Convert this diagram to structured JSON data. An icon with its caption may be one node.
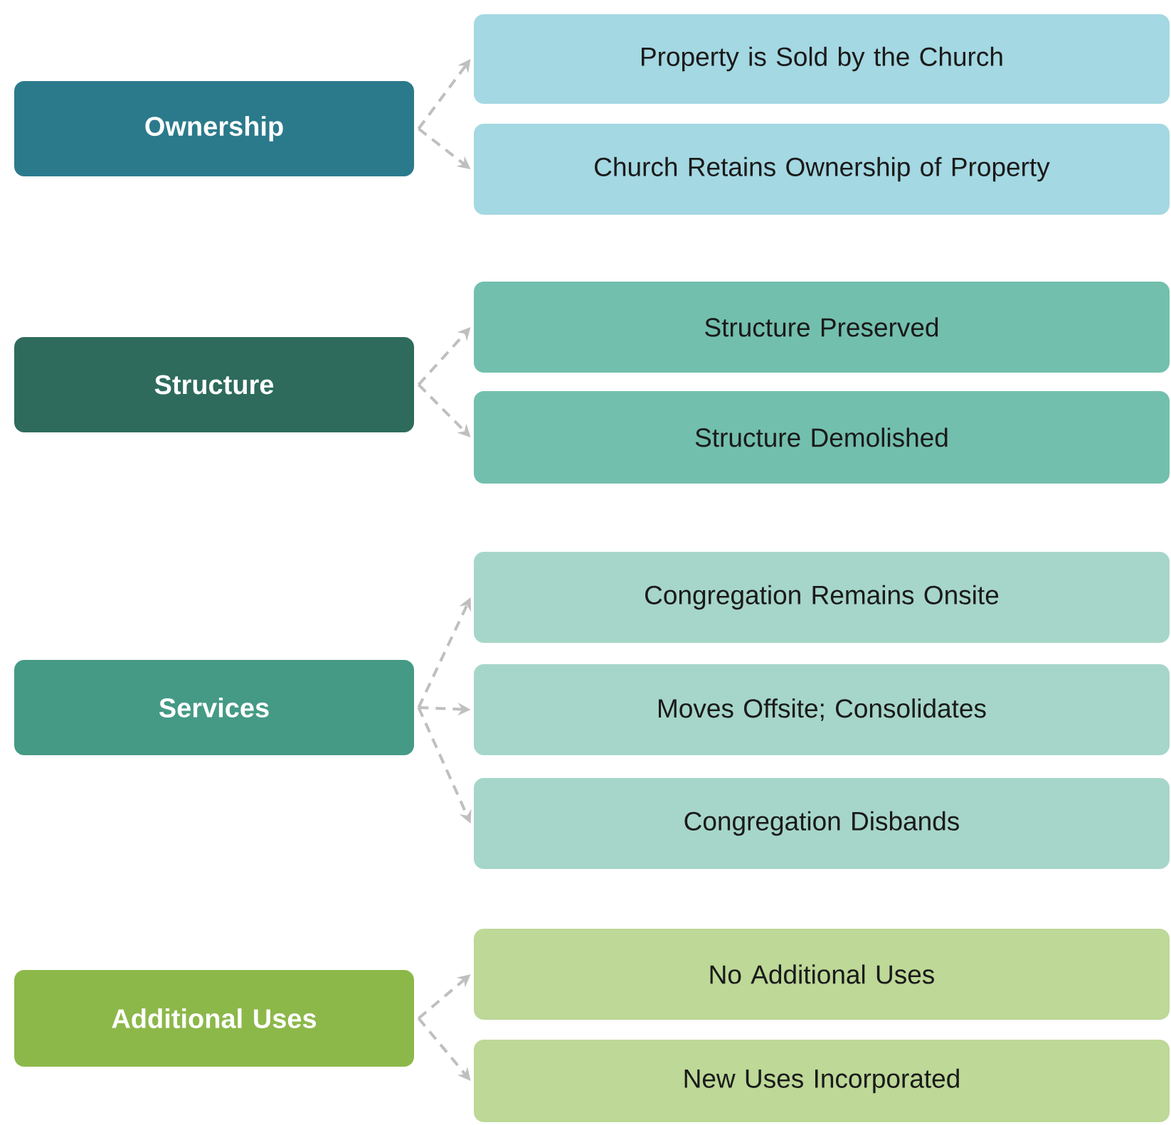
{
  "diagram": {
    "nodes": [
      {
        "text": [
          "Ownership"
        ]
      },
      {
        "text": [
          "Property is Sold by the Church"
        ]
      },
      {
        "text": [
          "Church Retains Ownership of Property"
        ]
      },
      {
        "text": [
          "Structure"
        ]
      },
      {
        "text": [
          "Structure Preserved"
        ]
      },
      {
        "text": [
          "Structure Demolished"
        ]
      },
      {
        "text": [
          "Services"
        ]
      },
      {
        "text": [
          "Congregation Remains Onsite"
        ]
      },
      {
        "text": [
          "Moves Offsite; Consolidates"
        ]
      },
      {
        "text": [
          "Congregation Disbands"
        ]
      },
      {
        "text": [
          "Additional Uses"
        ]
      },
      {
        "text": [
          "No Additional Uses"
        ]
      },
      {
        "text": [
          "New Uses Incorporated"
        ]
      }
    ],
    "edges": [
      {
        "from": 0,
        "to": 1,
        "arrow": "to",
        "style": "dashed"
      },
      {
        "from": 0,
        "to": 2,
        "arrow": "to",
        "style": "dashed"
      },
      {
        "from": 3,
        "to": 4,
        "arrow": "to",
        "style": "dashed"
      },
      {
        "from": 3,
        "to": 5,
        "arrow": "to",
        "style": "dashed"
      },
      {
        "from": 6,
        "to": 7,
        "arrow": "to",
        "style": "dashed"
      },
      {
        "from": 6,
        "to": 8,
        "arrow": "to",
        "style": "dashed"
      },
      {
        "from": 6,
        "to": 9,
        "arrow": "to",
        "style": "dashed"
      },
      {
        "from": 10,
        "to": 11,
        "arrow": "to",
        "style": "dashed"
      },
      {
        "from": 10,
        "to": 12,
        "arrow": "to",
        "style": "dashed"
      }
    ]
  }
}
